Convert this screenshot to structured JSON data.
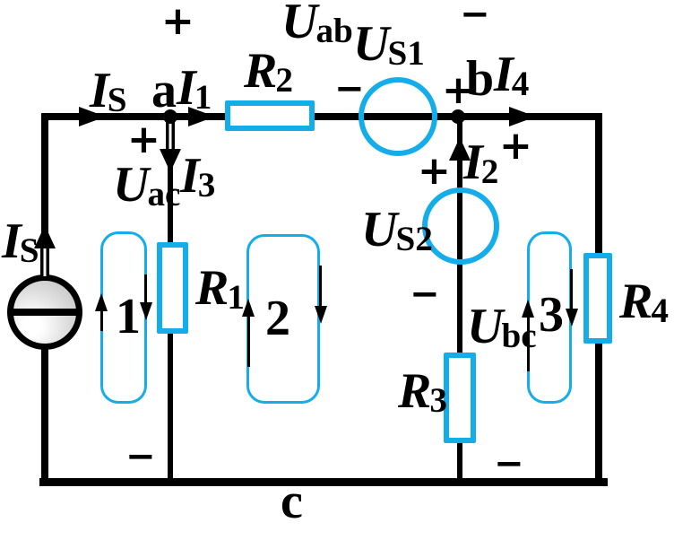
{
  "colors": {
    "accent": "#15ADE9",
    "wire": "#000000",
    "background": "#FFFFFF"
  },
  "labels": {
    "is_top": {
      "main": "I",
      "sub": "S"
    },
    "is_left": {
      "main": "I",
      "sub": "S"
    },
    "i1": {
      "main": "I",
      "sub": "1"
    },
    "i2": {
      "main": "I",
      "sub": "2"
    },
    "i3": {
      "main": "I",
      "sub": "3"
    },
    "i4": {
      "main": "I",
      "sub": "4"
    },
    "uab": {
      "main": "U",
      "sub": "ab"
    },
    "uac": {
      "main": "U",
      "sub": "ac"
    },
    "ubc": {
      "main": "U",
      "sub": "bc"
    },
    "us1": {
      "main": "U",
      "sub": "S1"
    },
    "us2": {
      "main": "U",
      "sub": "S2"
    },
    "r1": {
      "main": "R",
      "sub": "1"
    },
    "r2": {
      "main": "R",
      "sub": "2"
    },
    "r3": {
      "main": "R",
      "sub": "3"
    },
    "r4": {
      "main": "R",
      "sub": "4"
    }
  },
  "nodes": {
    "a": "a",
    "b": "b",
    "c": "c"
  },
  "loops": {
    "loop1": "1",
    "loop2": "2",
    "loop3": "3"
  },
  "signs": {
    "uab_plus": "+",
    "uab_minus": "−",
    "us1_minus": "−",
    "us1_plus": "+",
    "uac_plus": "+",
    "uac_minus": "−",
    "ubc_plus": "+",
    "ubc_minus": "−",
    "us2_plus": "+",
    "us2_minus": "−"
  }
}
